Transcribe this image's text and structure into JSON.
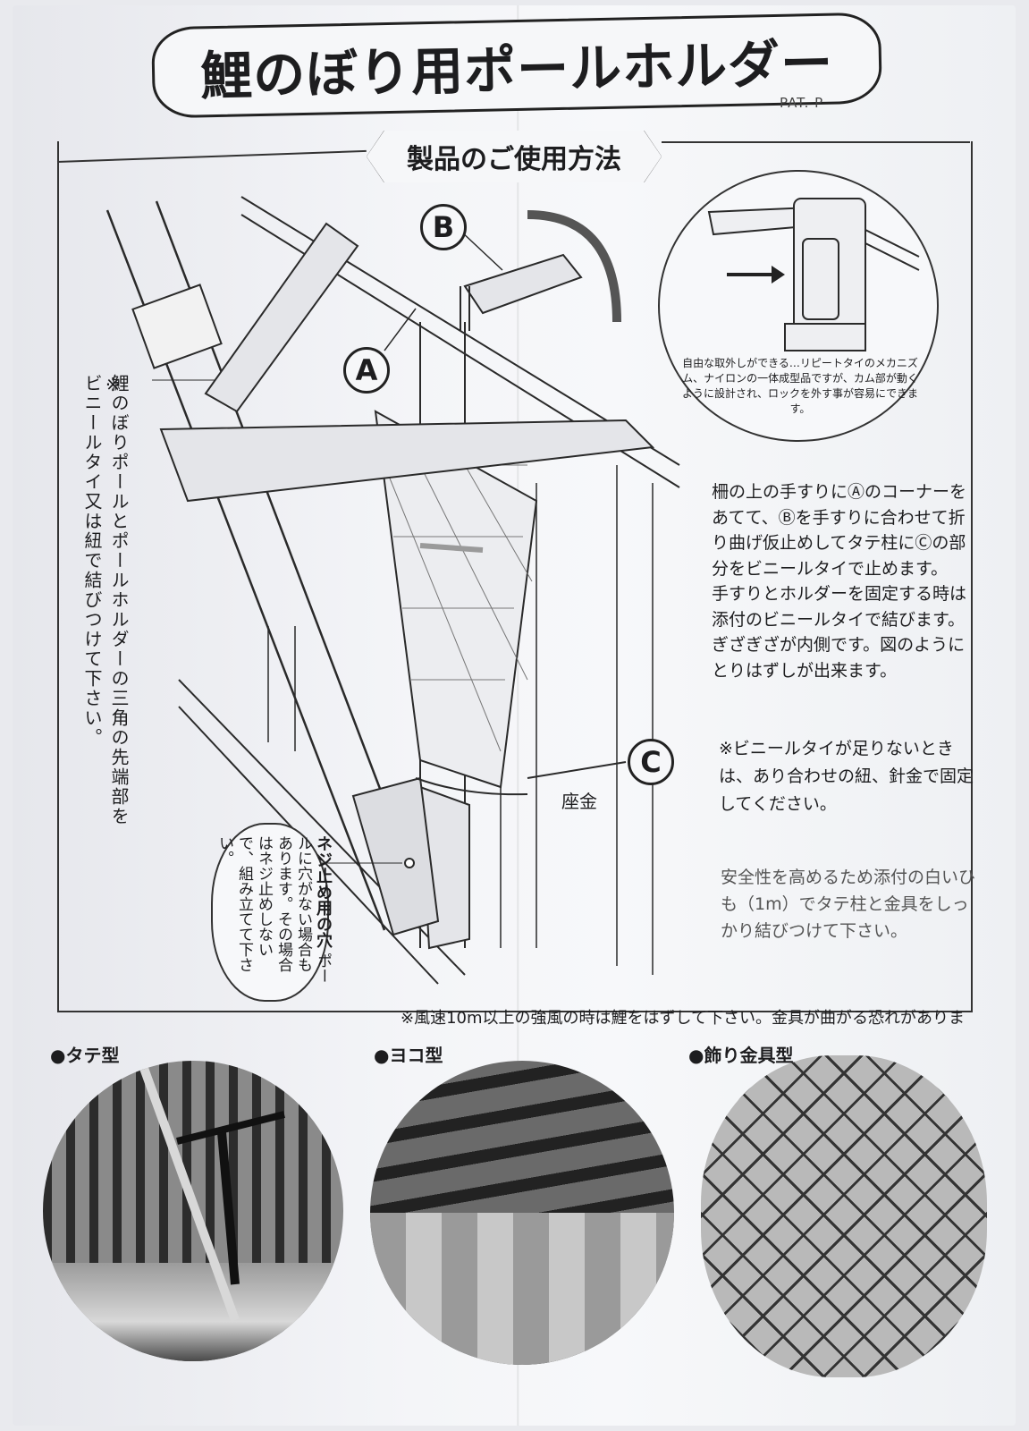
{
  "title": "鯉のぼり用ポールホルダー",
  "pat": "PAT. P",
  "section_title": "製品のご使用方法",
  "diagram": {
    "label_a": "A",
    "label_b": "B",
    "label_c": "C",
    "zagane": "座金",
    "vertical_note_marker": "※",
    "vertical_note": "鯉のぼりポールとポールホルダーの三角の先端部をビニールタイ又は紐で結びつけて下さい。",
    "screw_hole_label": "ネジ止め用の穴",
    "screw_hole_text": "ポールに穴がない場合もあります。その場合はネジ止めしないで、組み立てて下さい。",
    "cam_text": "自由な取外しができる…リピートタイのメカニズム、ナイロンの一体成型品ですが、カム部が動くように設計され、ロックを外す事が容易にできます。"
  },
  "instructions": [
    "柵の上の手すりにⒶのコーナーをあてて、Ⓑを手すりに合わせて折り曲げ仮止めしてタテ柱にⒸの部分をビニールタイで止めます。",
    "手すりとホルダーを固定する時は添付のビニールタイで結びます。ぎざぎざが内側です。図のようにとりはずしが出来ます。"
  ],
  "note_tie": "※ビニールタイが足りないときは、あり合わせの紐、針金で固定してください。",
  "note_safety": "安全性を高めるため添付の白いひも（1m）でタテ柱と金具をしっかり結びつけて下さい。",
  "wind_warning": "※風速10m以上の強風の時は鯉をはずして下さい。金具が曲がる恐れがありま",
  "photos": [
    {
      "label": "●タテ型"
    },
    {
      "label": "●ヨコ型"
    },
    {
      "label": "●飾り金具型"
    }
  ]
}
